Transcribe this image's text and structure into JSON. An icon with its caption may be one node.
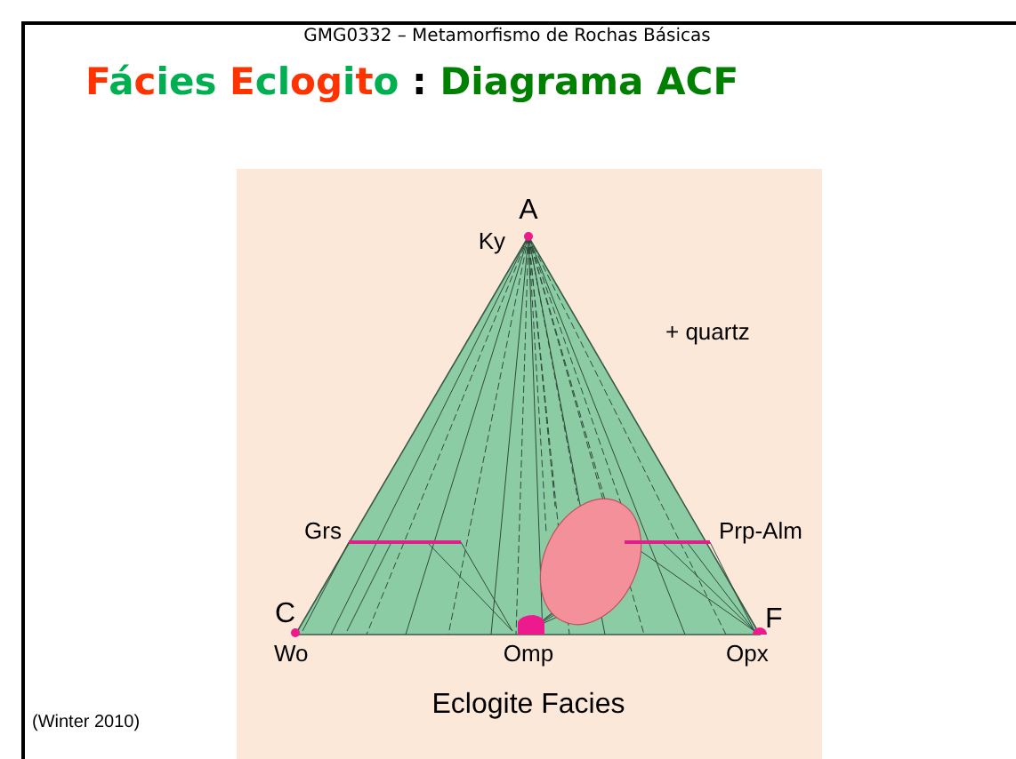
{
  "diagram": {
    "title": "Fácies Eclogito : Diagrama ACF",
    "labels": [
      "GMG0332 – Metamorfismo de Rochas Básicas",
      "A",
      "Ky",
      "+ quartz",
      "Grs",
      "Prp-Alm",
      "C",
      "Wo",
      "Omp",
      "F",
      "Opx",
      "Eclogite Facies",
      "(Winter 2010)"
    ]
  }
}
